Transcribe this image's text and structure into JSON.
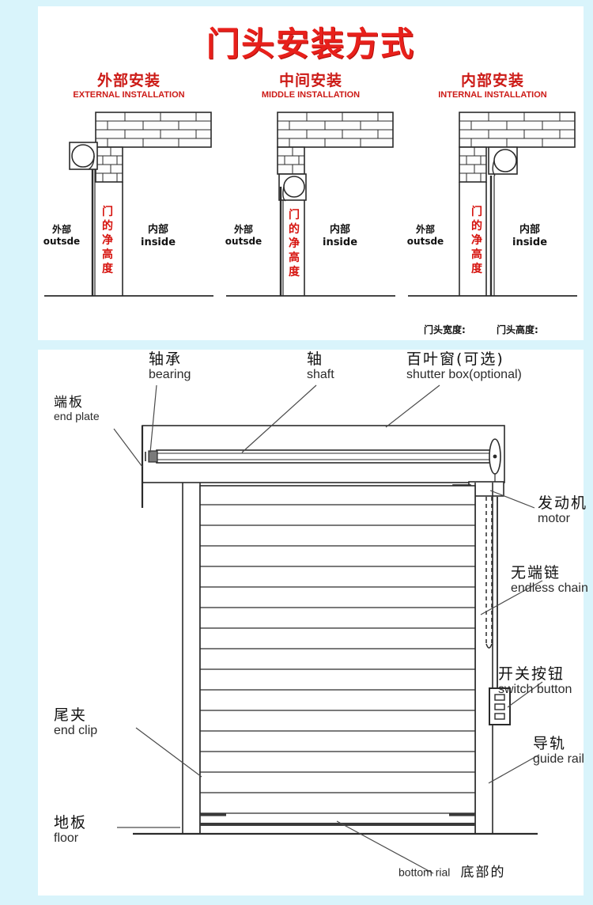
{
  "theme": {
    "background": "#d9f4fb",
    "panel": "#ffffff",
    "title_red": "#e8201b",
    "heading_red": "#cc1a16",
    "line": "#2b2b2b",
    "text": "#111111"
  },
  "top_section": {
    "title": "门头安装方式",
    "columns": [
      {
        "cn": "外部安装",
        "en": "EXTERNAL INSTALLATION",
        "outside_cn": "外部",
        "outside_en": "outsde",
        "inside_cn": "内部",
        "inside_en": "inside",
        "height_label": "门的净高度",
        "drum_position": "outside"
      },
      {
        "cn": "中间安装",
        "en": "MIDDLE INSTALLATION",
        "outside_cn": "外部",
        "outside_en": "outsde",
        "inside_cn": "内部",
        "inside_en": "inside",
        "height_label": "门的净高度",
        "drum_position": "middle"
      },
      {
        "cn": "内部安装",
        "en": "INTERNAL INSTALLATION",
        "outside_cn": "外部",
        "outside_en": "outsde",
        "inside_cn": "内部",
        "inside_en": "inside",
        "height_label": "门的净高度",
        "drum_position": "inside"
      }
    ],
    "dimensions": {
      "width_label": "门头宽度:",
      "height_label": "门头高度:"
    }
  },
  "bottom_section": {
    "labels": [
      {
        "id": "bearing",
        "cn": "轴承",
        "en": "bearing"
      },
      {
        "id": "shaft",
        "cn": "轴",
        "en": "shaft"
      },
      {
        "id": "shutter-box",
        "cn": "百叶窗(可选)",
        "en": "shutter box(optional)"
      },
      {
        "id": "end-plate",
        "cn": "端板",
        "en": "end plate"
      },
      {
        "id": "motor",
        "cn": "发动机",
        "en": "motor"
      },
      {
        "id": "endless-chain",
        "cn": "无端链",
        "en": "endless chain"
      },
      {
        "id": "switch-button",
        "cn": "开关按钮",
        "en": "switch button"
      },
      {
        "id": "end-clip",
        "cn": "尾夹",
        "en": "end clip"
      },
      {
        "id": "floor",
        "cn": "地板",
        "en": "floor"
      },
      {
        "id": "guide-rail",
        "cn": "导轨",
        "en": "guide rail"
      },
      {
        "id": "bottom-rail",
        "cn": "底部的",
        "en": "bottom rial"
      }
    ]
  }
}
